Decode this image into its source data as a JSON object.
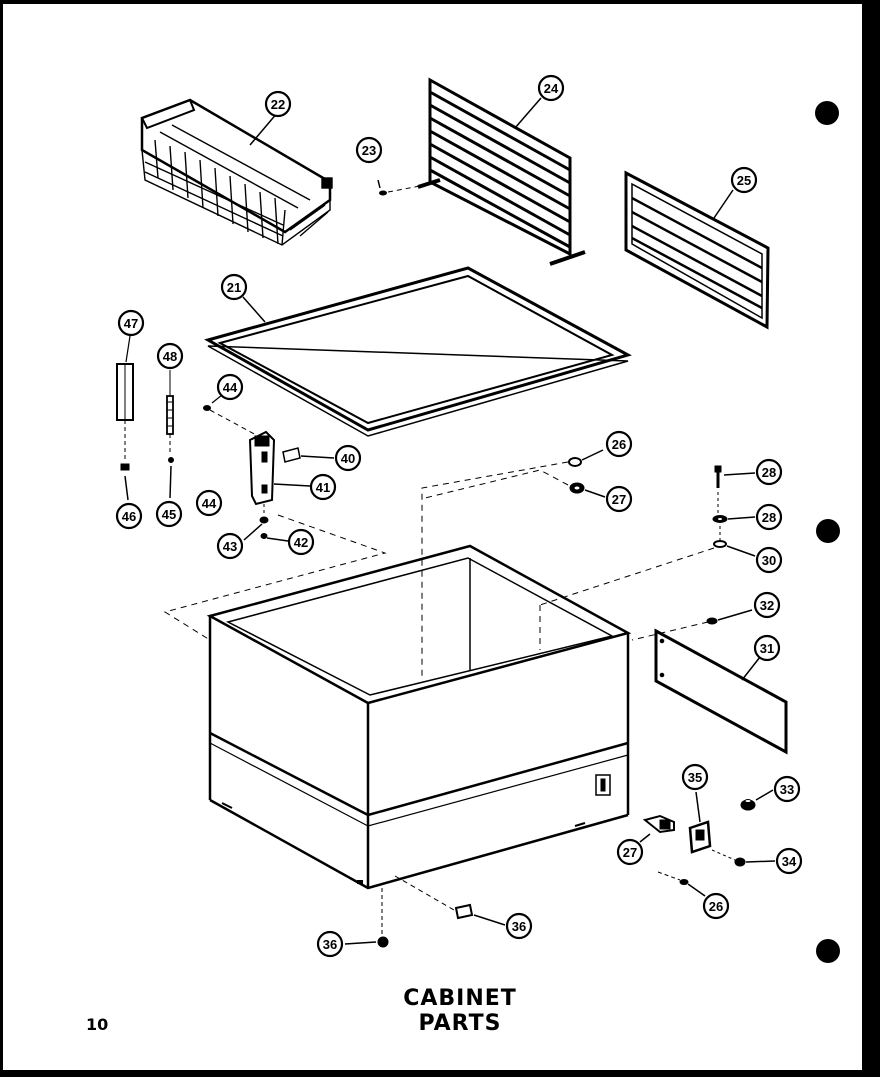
{
  "title": "CABINET PARTS",
  "page_number": "10",
  "colors": {
    "ink": "#000000",
    "paper": "#ffffff"
  },
  "callouts": {
    "c21": "21",
    "c22": "22",
    "c23": "23",
    "c24": "24",
    "c25": "25",
    "c26a": "26",
    "c26b": "26",
    "c27a": "27",
    "c27b": "27",
    "c28a": "28",
    "c28b": "28",
    "c30": "30",
    "c31": "31",
    "c32": "32",
    "c33": "33",
    "c34": "34",
    "c35": "35",
    "c36a": "36",
    "c36b": "36",
    "c40": "40",
    "c41": "41",
    "c42": "42",
    "c43": "43",
    "c44": "44",
    "c45": "45",
    "c46": "46",
    "c47": "47",
    "c48": "48"
  }
}
